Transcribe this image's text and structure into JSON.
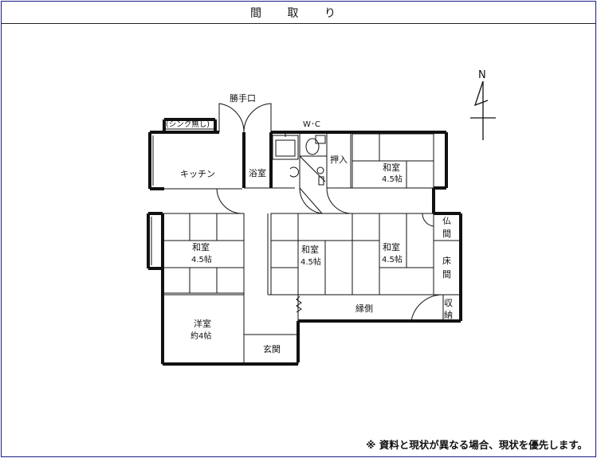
{
  "header": {
    "title": "間 取 り"
  },
  "compass": {
    "label": "N"
  },
  "rooms": {
    "kitchen": {
      "name": "キッチン",
      "note": "(シンク無し)"
    },
    "back_door": "勝手口",
    "wc": "W･C",
    "bath": "浴室",
    "closet": "押入",
    "washitsu_ne": {
      "name": "和室",
      "size": "4.5帖"
    },
    "washitsu_w": {
      "name": "和室",
      "size": "4.5帖"
    },
    "washitsu_c": {
      "name": "和室",
      "size": "4.5帖"
    },
    "washitsu_e": {
      "name": "和室",
      "size": "4.5帖"
    },
    "butsuma": [
      "仏",
      "間"
    ],
    "tokonoma": [
      "床",
      "間"
    ],
    "storage": [
      "収",
      "納"
    ],
    "engawa": "縁側",
    "yoshitsu": {
      "name": "洋室",
      "size": "約4帖"
    },
    "genkan": "玄関"
  },
  "footer": {
    "note": "※ 資料と現状が異なる場合、現状を優先します。"
  }
}
